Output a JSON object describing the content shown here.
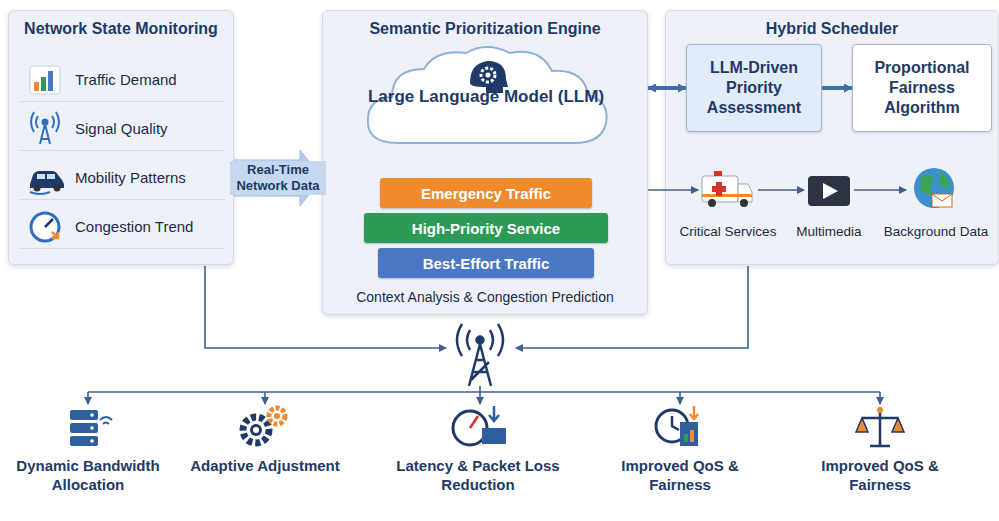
{
  "diagram": {
    "nodes": [
      {
        "text": [
          "Network State Monitoring"
        ]
      },
      {
        "text": [
          "Traffic Demand"
        ],
        "in": 0
      },
      {
        "text": [
          "Signal Quality"
        ],
        "in": 0
      },
      {
        "text": [
          "Mobility Patterns"
        ],
        "in": 0
      },
      {
        "text": [
          "Congestion Trend"
        ],
        "in": 0
      },
      {
        "text": [
          "Semantic Prioritization Engine",
          "Context Analysis & Congestion Prediction"
        ]
      },
      {
        "text": [
          "Large Language Model (LLM)"
        ],
        "in": 5
      },
      {
        "text": [
          "Emergency Traffic"
        ],
        "in": 5
      },
      {
        "text": [
          "High-Priority Service"
        ],
        "in": 5
      },
      {
        "text": [
          "Best-Effort Traffic"
        ],
        "in": 5
      },
      {
        "text": [
          "Hybrid Scheduler"
        ]
      },
      {
        "text": [
          "LLM-Driven Priority Assessment"
        ],
        "in": 10
      },
      {
        "text": [
          "Proportional Fairness Algorithm"
        ],
        "in": 10
      }
    ],
    "edges": [
      {
        "from": 0,
        "to": 5,
        "arrow": "to",
        "label": "Real-Time Network Data"
      },
      {
        "from": 5,
        "to": 11,
        "arrow": "both"
      },
      {
        "from": 11,
        "to": 12,
        "arrow": "to"
      }
    ],
    "labels": [
      "Critical Services",
      "Multimedia",
      "Background Data",
      "Dynamic Bandwidth Allocation",
      "Adaptive Adjustment",
      "Latency & Packet Loss Reduction",
      "Improved QoS & Fairness",
      "Improved QoS & Fairness"
    ]
  }
}
